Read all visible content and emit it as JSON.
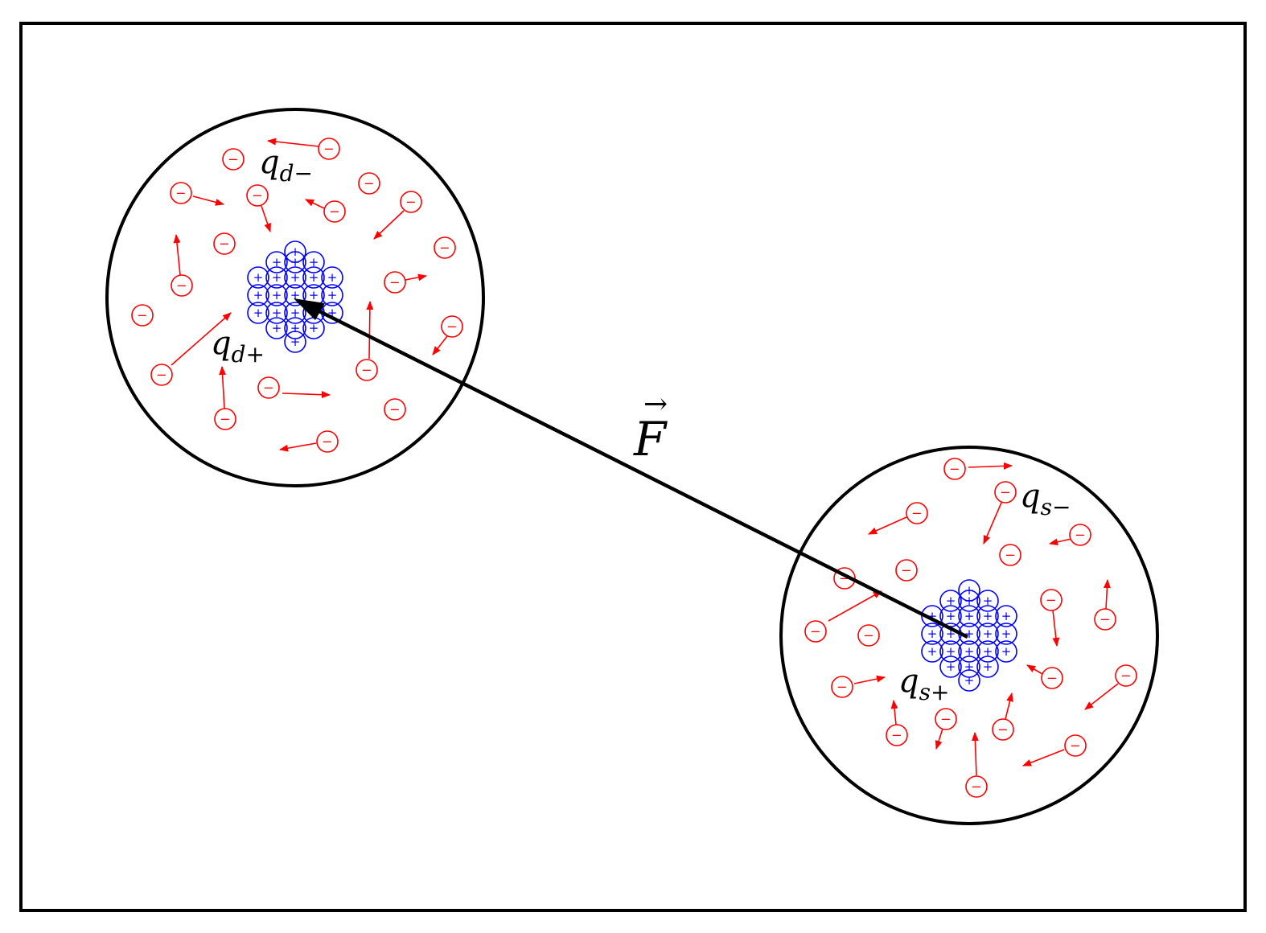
{
  "colors": {
    "negative": "#ff0000",
    "positive": "#0000ff",
    "outline": "#000000",
    "background": "#ffffff"
  },
  "icons": {
    "negative_charge": "circle-minus-icon",
    "positive_charge": "circle-plus-icon",
    "force_arrow": "arrow-icon"
  },
  "signs": {
    "negative": "−",
    "positive": "+"
  },
  "labels": {
    "force_symbol": "F",
    "force_vector_mark": "→",
    "qd_minus": {
      "base": "q",
      "sub": "d−"
    },
    "qd_plus": {
      "base": "q",
      "sub": "d+"
    },
    "qs_minus": {
      "base": "q",
      "sub": "s−"
    },
    "qs_plus": {
      "base": "q",
      "sub": "s+"
    }
  }
}
